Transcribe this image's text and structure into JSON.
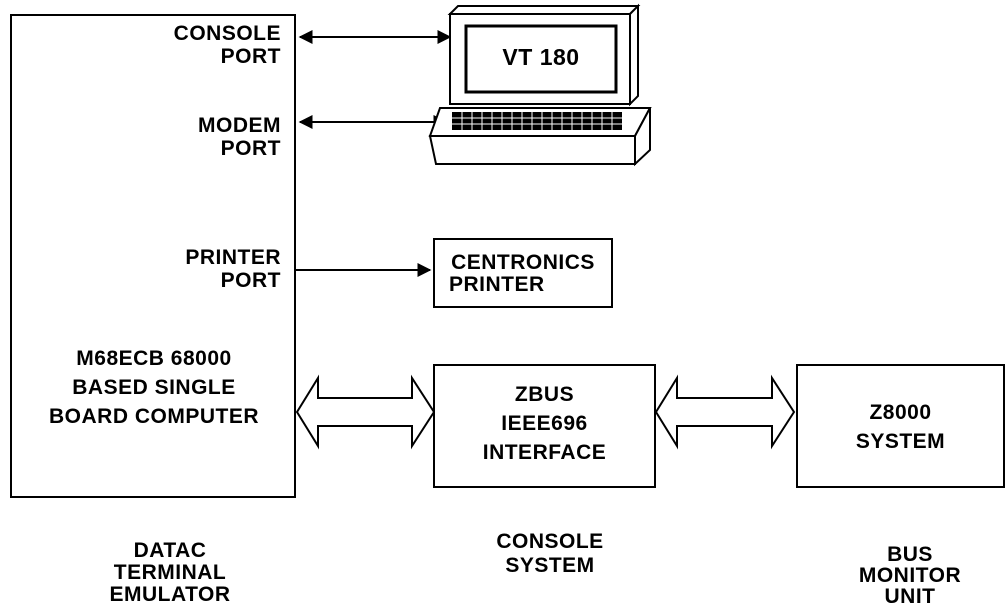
{
  "sbc": {
    "console_port": [
      "CONSOLE",
      "PORT"
    ],
    "modem_port": [
      "MODEM",
      "PORT"
    ],
    "printer_port": [
      "PRINTER",
      "PORT"
    ],
    "board": [
      "M68ECB 68000",
      "BASED SINGLE",
      "BOARD COMPUTER"
    ]
  },
  "terminal": {
    "label": "VT 180"
  },
  "printer": {
    "label": [
      "CENTRONICS",
      "PRINTER"
    ]
  },
  "interface": {
    "label": [
      "ZBUS",
      "IEEE696",
      "INTERFACE"
    ]
  },
  "z8000": {
    "label": [
      "Z8000",
      "SYSTEM"
    ]
  },
  "captions": {
    "datac": [
      "DATAC",
      "TERMINAL",
      "EMULATOR"
    ],
    "console": [
      "CONSOLE",
      "SYSTEM"
    ],
    "bus_monitor": [
      "BUS",
      "MONITOR",
      "UNIT"
    ]
  }
}
